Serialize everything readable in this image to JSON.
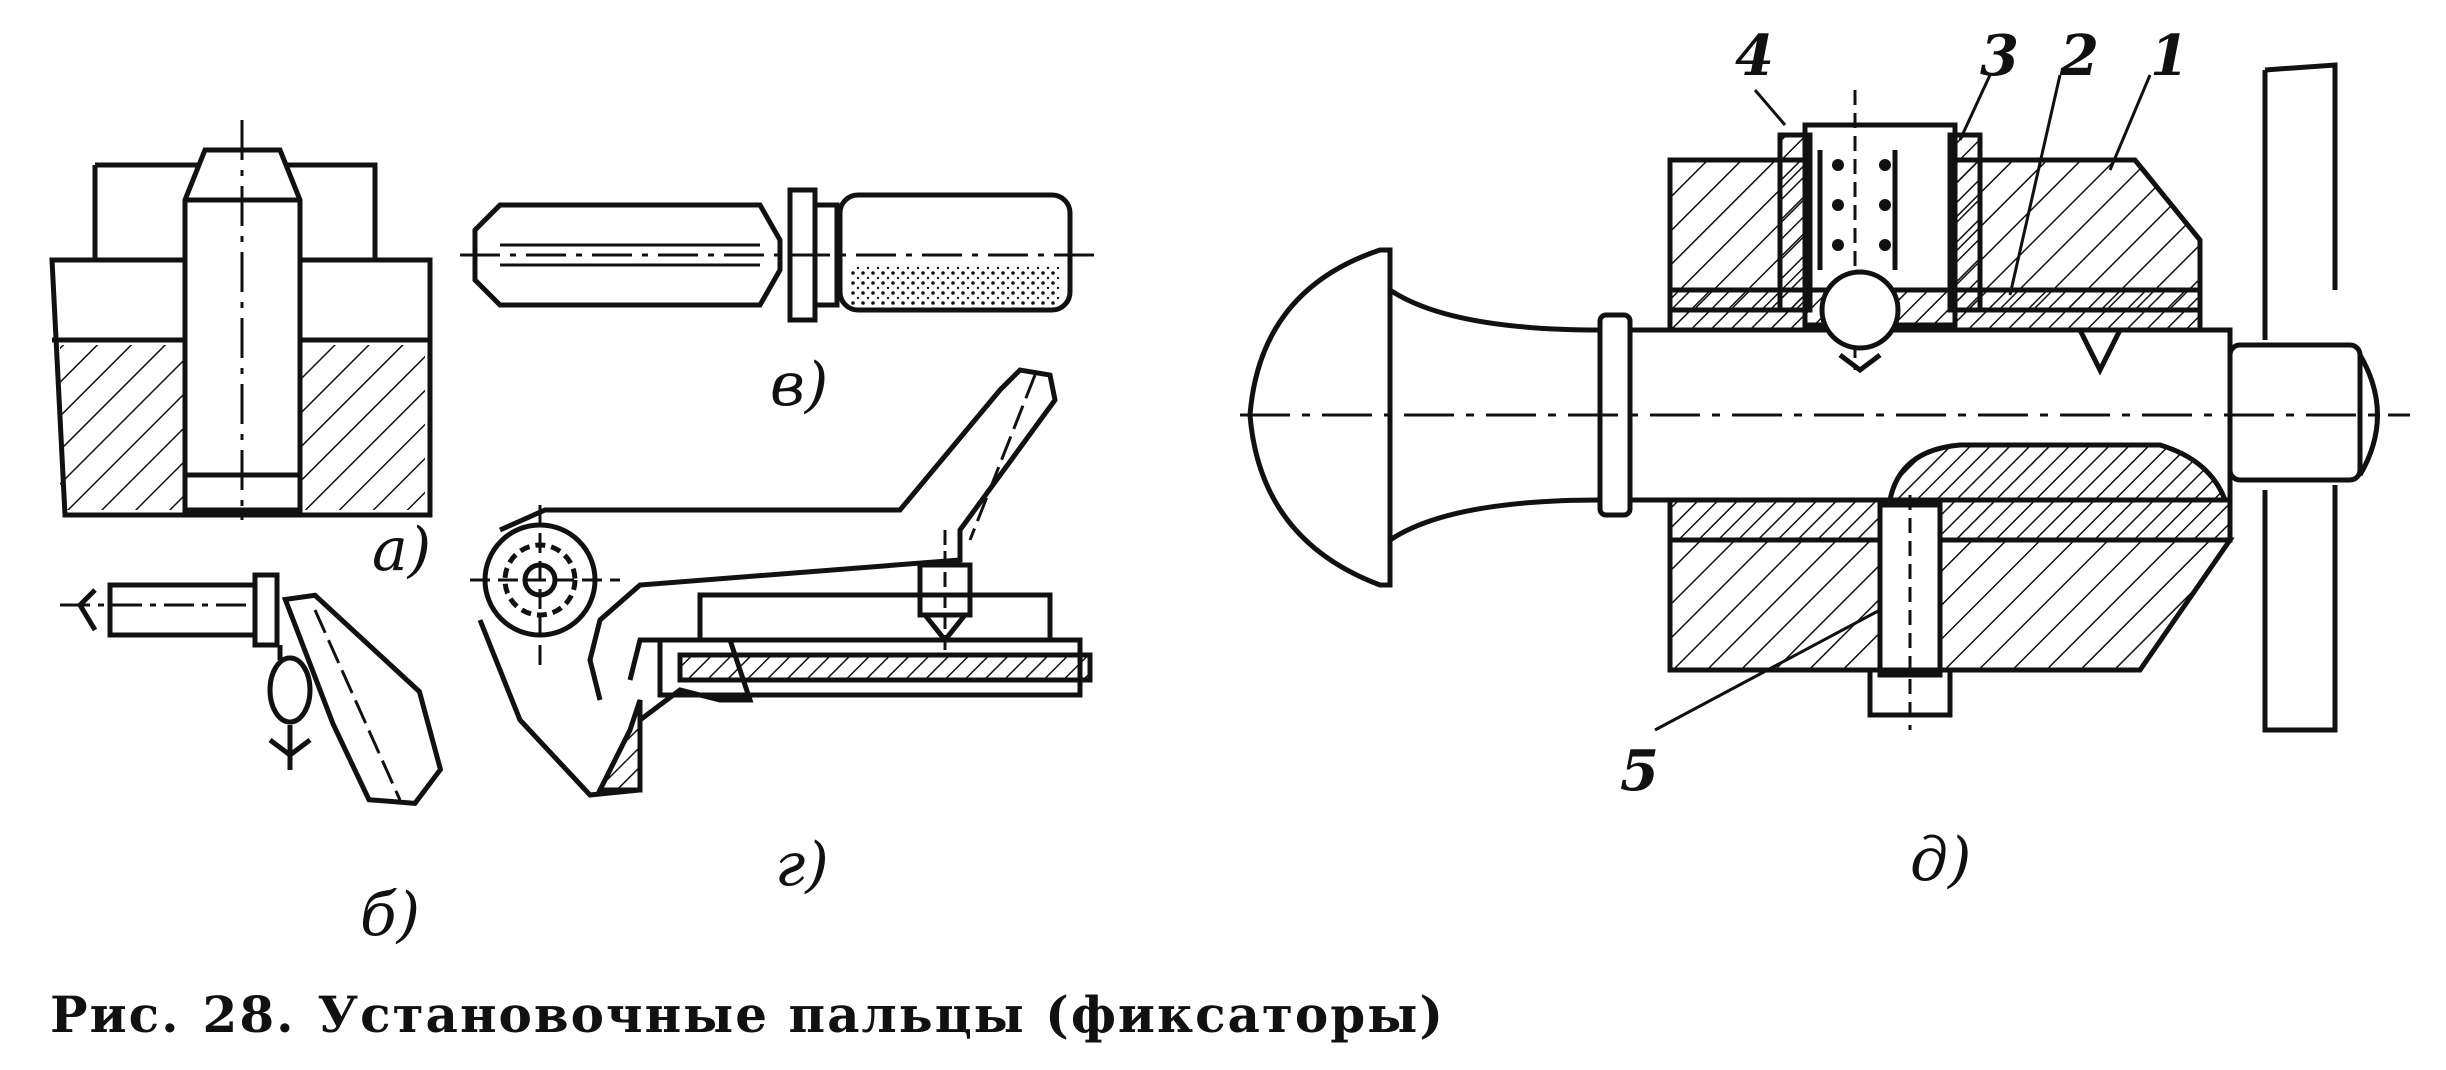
{
  "figure": {
    "caption_prefix": "Рис.",
    "caption_number": "28.",
    "caption_text": "Установочные пальцы (фиксаторы)",
    "subfigure_labels": [
      "а)",
      "б)",
      "в)",
      "г)",
      "д)"
    ],
    "part_numbers": [
      "1",
      "2",
      "3",
      "4",
      "5"
    ]
  },
  "colors": {
    "ink": "#111111",
    "paper": "#ffffff"
  }
}
